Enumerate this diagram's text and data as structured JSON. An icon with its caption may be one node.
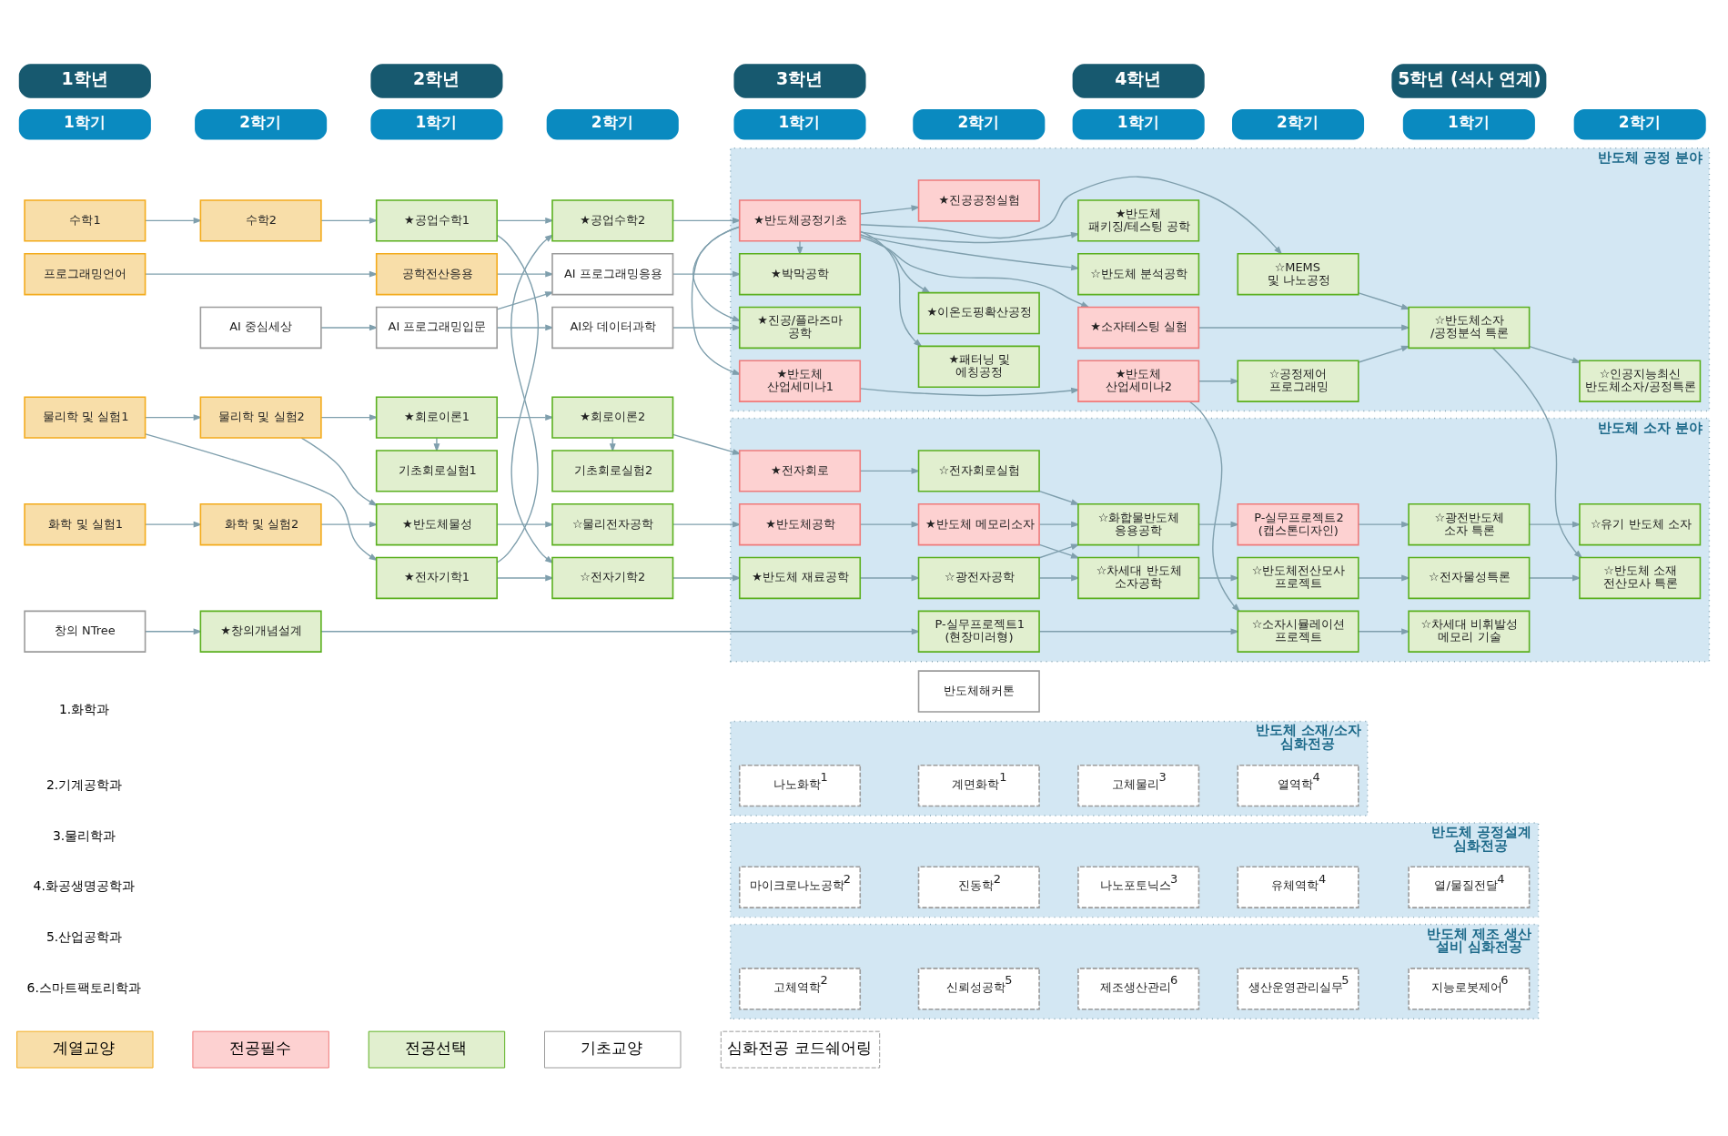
{
  "diagram": {
    "nodes": [
      {
        "text": [
          "1학년"
        ]
      },
      {
        "text": [
          "2학년"
        ]
      },
      {
        "text": [
          "3학년"
        ]
      },
      {
        "text": [
          "4학년"
        ]
      },
      {
        "text": [
          "5학년 (석사 연계)"
        ]
      },
      {
        "text": [
          "1학기"
        ]
      },
      {
        "text": [
          "2학기"
        ]
      },
      {
        "text": [
          "1학기"
        ]
      },
      {
        "text": [
          "2학기"
        ]
      },
      {
        "text": [
          "1학기"
        ]
      },
      {
        "text": [
          "2학기"
        ]
      },
      {
        "text": [
          "1학기"
        ]
      },
      {
        "text": [
          "2학기"
        ]
      },
      {
        "text": [
          "1학기"
        ]
      },
      {
        "text": [
          "2학기"
        ]
      },
      {
        "text": [
          "수학1"
        ]
      },
      {
        "text": [
          "수학2"
        ]
      },
      {
        "text": [
          "★공업수학1"
        ]
      },
      {
        "text": [
          "★공업수학2"
        ]
      },
      {
        "text": [
          "프로그래밍언어"
        ]
      },
      {
        "text": [
          "공학전산응용"
        ]
      },
      {
        "text": [
          "AI 프로그래밍응용"
        ]
      },
      {
        "text": [
          "AI 중심세상"
        ]
      },
      {
        "text": [
          "AI 프로그래밍입문"
        ]
      },
      {
        "text": [
          "AI와 데이터과학"
        ]
      },
      {
        "text": [
          "기초회로실험1"
        ]
      },
      {
        "text": [
          "기초회로실험2"
        ]
      },
      {
        "text": [
          "물리학 및 실험1"
        ]
      },
      {
        "text": [
          "물리학 및 실험2"
        ]
      },
      {
        "text": [
          "★회로이론1"
        ]
      },
      {
        "text": [
          "★회로이론2"
        ]
      },
      {
        "text": [
          "화학 및 실험1"
        ]
      },
      {
        "text": [
          "화학 및 실험2"
        ]
      },
      {
        "text": [
          "★반도체물성"
        ]
      },
      {
        "text": [
          "☆물리전자공학"
        ]
      },
      {
        "text": [
          "★전자기학1"
        ]
      },
      {
        "text": [
          "☆전자기학2"
        ]
      },
      {
        "text": [
          "창의 NTree"
        ]
      },
      {
        "text": [
          "★창의개념설계"
        ]
      },
      {
        "text": [
          "반도체 공정 분야"
        ]
      },
      {
        "text": [
          "★반도체공정기초"
        ],
        "in": 39
      },
      {
        "text": [
          "★반도체 패키징/테스팅 공학"
        ],
        "in": 39
      },
      {
        "text": [
          "★진공공정실험"
        ],
        "in": 39
      },
      {
        "text": [
          "★박막공학"
        ],
        "in": 39
      },
      {
        "text": [
          "★이온도핑확산공정"
        ],
        "in": 39
      },
      {
        "text": [
          "☆반도체 분석공학"
        ],
        "in": 39
      },
      {
        "text": [
          "☆MEMS 및 나노공정"
        ],
        "in": 39
      },
      {
        "text": [
          "★진공/플라즈마 공학"
        ],
        "in": 39
      },
      {
        "text": [
          "★패터닝 및 에칭공정"
        ],
        "in": 39
      },
      {
        "text": [
          "★소자테스팅 실험"
        ],
        "in": 39
      },
      {
        "text": [
          "☆반도체소자 /공정분석 특론"
        ],
        "in": 39
      },
      {
        "text": [
          "★반도체 산업세미나1"
        ],
        "in": 39
      },
      {
        "text": [
          "★반도체 산업세미나2"
        ],
        "in": 39
      },
      {
        "text": [
          "☆공정제어 프로그래밍"
        ],
        "in": 39
      },
      {
        "text": [
          "☆인공지능최신 반도체소자/공정특론"
        ],
        "in": 39
      },
      {
        "text": [
          "반도체 소자 분야"
        ]
      },
      {
        "text": [
          "★전자회로"
        ],
        "in": 55
      },
      {
        "text": [
          "☆전자회로실험"
        ],
        "in": 55
      },
      {
        "text": [
          "★반도체공학"
        ],
        "in": 55
      },
      {
        "text": [
          "★반도체 메모리소자"
        ],
        "in": 55
      },
      {
        "text": [
          "☆화합물반도체 응용공학"
        ],
        "in": 55
      },
      {
        "text": [
          "P-실무프로젝트2 (캡스톤디자인)"
        ],
        "in": 55
      },
      {
        "text": [
          "☆광전반도체 소자 특론"
        ],
        "in": 55
      },
      {
        "text": [
          "☆유기 반도체 소자"
        ],
        "in": 55
      },
      {
        "text": [
          "★반도체 재료공학"
        ],
        "in": 55
      },
      {
        "text": [
          "☆광전자공학"
        ],
        "in": 55
      },
      {
        "text": [
          "☆차세대 반도체 소자공학"
        ],
        "in": 55
      },
      {
        "text": [
          "☆반도체전산모사 프로젝트"
        ],
        "in": 55
      },
      {
        "text": [
          "☆전자물성특론"
        ],
        "in": 55
      },
      {
        "text": [
          "☆반도체 소재 전산모사 특론"
        ],
        "in": 55
      },
      {
        "text": [
          "P-실무프로젝트1 (현장미러형)"
        ],
        "in": 55
      },
      {
        "text": [
          "☆소자시뮬레이션 프로젝트"
        ],
        "in": 55
      },
      {
        "text": [
          "☆차세대 비휘발성 메모리 기술"
        ],
        "in": 55
      },
      {
        "text": [
          "반도체해커톤"
        ]
      },
      {
        "text": [
          "반도체 소재/소자 심화전공"
        ]
      },
      {
        "text": [
          "나노화학$^{1}$"
        ],
        "in": 74
      },
      {
        "text": [
          "계면화학$^{1}$"
        ],
        "in": 74
      },
      {
        "text": [
          "고체물리$^{3}$"
        ],
        "in": 74
      },
      {
        "text": [
          "열역학$^{4}$"
        ],
        "in": 74
      },
      {
        "text": [
          "반도체 공정설계 심화전공"
        ]
      },
      {
        "text": [
          "마이크로나노공학$^{2}$"
        ],
        "in": 79
      },
      {
        "text": [
          "진동학$^{2}$"
        ],
        "in": 79
      },
      {
        "text": [
          "나노포토닉스$^{3}$"
        ],
        "in": 79
      },
      {
        "text": [
          "유체역학$^{4}$"
        ],
        "in": 79
      },
      {
        "text": [
          "열/물질전달$^{4}$"
        ],
        "in": 79
      },
      {
        "text": [
          "반도체 제조 생산 설비 심화전공"
        ]
      },
      {
        "text": [
          "고체역학$^{2}$"
        ],
        "in": 85
      },
      {
        "text": [
          "신뢰성공학$^{5}$"
        ],
        "in": 85
      },
      {
        "text": [
          "제조생산관리$^{6}$"
        ],
        "in": 85
      },
      {
        "text": [
          "생산운영관리실무$^{5}$"
        ],
        "in": 85
      },
      {
        "text": [
          "지능로봇제어$^{6}$"
        ],
        "in": 85
      }
    ],
    "edges": [
      {
        "from": 15,
        "to": 16,
        "arrow": "to"
      },
      {
        "from": 16,
        "to": 17,
        "arrow": "to"
      },
      {
        "from": 17,
        "to": 18,
        "arrow": "to"
      },
      {
        "from": 17,
        "to": 36,
        "arrow": "to"
      },
      {
        "from": 35,
        "to": 18,
        "arrow": "to"
      },
      {
        "from": 19,
        "to": 20,
        "arrow": "to"
      },
      {
        "from": 20,
        "to": 21,
        "arrow": "to"
      },
      {
        "from": 22,
        "to": 23,
        "arrow": "to"
      },
      {
        "from": 23,
        "to": 21,
        "arrow": "to"
      },
      {
        "from": 23,
        "to": 24,
        "arrow": "to"
      },
      {
        "from": 29,
        "to": 25,
        "arrow": "to"
      },
      {
        "from": 30,
        "to": 26,
        "arrow": "to"
      },
      {
        "from": 27,
        "to": 28,
        "arrow": "to"
      },
      {
        "from": 27,
        "to": 35,
        "arrow": "to"
      },
      {
        "from": 31,
        "to": 32,
        "arrow": "to"
      },
      {
        "from": 28,
        "to": 29,
        "arrow": "to"
      },
      {
        "from": 28,
        "to": 33,
        "arrow": "to"
      },
      {
        "from": 32,
        "to": 33,
        "arrow": "to"
      },
      {
        "from": 29,
        "to": 30,
        "arrow": "to"
      },
      {
        "from": 33,
        "to": 34,
        "arrow": "to"
      },
      {
        "from": 35,
        "to": 36,
        "arrow": "to"
      },
      {
        "from": 37,
        "to": 38,
        "arrow": "to"
      },
      {
        "from": 38,
        "to": 70,
        "arrow": "to"
      },
      {
        "from": 18,
        "to": 40,
        "arrow": "to"
      },
      {
        "from": 21,
        "to": 43,
        "arrow": "to"
      },
      {
        "from": 24,
        "to": 47,
        "arrow": "to"
      },
      {
        "from": 34,
        "to": 58,
        "arrow": "to"
      },
      {
        "from": 36,
        "to": 64,
        "arrow": "to"
      },
      {
        "from": 30,
        "to": 56,
        "arrow": "to"
      },
      {
        "from": 40,
        "to": 43,
        "arrow": "to"
      },
      {
        "from": 40,
        "to": 47,
        "arrow": "to"
      },
      {
        "from": 40,
        "to": 51,
        "arrow": "to"
      },
      {
        "from": 40,
        "to": 42,
        "arrow": "to"
      },
      {
        "from": 40,
        "to": 44,
        "arrow": "to"
      },
      {
        "from": 40,
        "to": 48,
        "arrow": "to"
      },
      {
        "from": 40,
        "to": 41,
        "arrow": "to"
      },
      {
        "from": 40,
        "to": 45,
        "arrow": "to"
      },
      {
        "from": 40,
        "to": 49,
        "arrow": "to"
      },
      {
        "from": 40,
        "to": 46,
        "arrow": "to"
      },
      {
        "from": 51,
        "to": 52,
        "arrow": "to"
      },
      {
        "from": 52,
        "to": 53,
        "arrow": "to"
      },
      {
        "from": 52,
        "to": 71,
        "arrow": "to"
      },
      {
        "from": 70,
        "to": 71,
        "arrow": "to"
      },
      {
        "from": 49,
        "to": 50,
        "arrow": "to"
      },
      {
        "from": 46,
        "to": 50,
        "arrow": "to"
      },
      {
        "from": 53,
        "to": 50,
        "arrow": "to"
      },
      {
        "from": 50,
        "to": 54,
        "arrow": "to"
      },
      {
        "from": 50,
        "to": 69,
        "arrow": "to"
      },
      {
        "from": 56,
        "to": 57,
        "arrow": "to"
      },
      {
        "from": 57,
        "to": 60,
        "arrow": "to"
      },
      {
        "from": 58,
        "to": 59,
        "arrow": "to"
      },
      {
        "from": 59,
        "to": 60,
        "arrow": "to"
      },
      {
        "from": 59,
        "to": 66,
        "arrow": "to"
      },
      {
        "from": 65,
        "to": 66,
        "arrow": "to"
      },
      {
        "from": 65,
        "to": 60,
        "arrow": "to"
      },
      {
        "from": 64,
        "to": 65,
        "arrow": "to"
      },
      {
        "from": 60,
        "to": 66,
        "arrow": "none"
      },
      {
        "from": 60,
        "to": 61,
        "arrow": "to"
      },
      {
        "from": 66,
        "to": 67,
        "arrow": "to"
      },
      {
        "from": 61,
        "to": 62,
        "arrow": "to"
      },
      {
        "from": 62,
        "to": 63,
        "arrow": "to"
      },
      {
        "from": 67,
        "to": 68,
        "arrow": "to"
      },
      {
        "from": 68,
        "to": 69,
        "arrow": "to"
      },
      {
        "from": 71,
        "to": 72,
        "arrow": "to"
      }
    ],
    "labels": [
      "1.화학과",
      "2.기계공학과",
      "3.물리학과",
      "4.화공생명공학과",
      "5.산업공학과",
      "6.스마트팩토리학과"
    ],
    "legend": [
      {
        "text": "계열교양",
        "color": "#f8dea9"
      },
      {
        "text": "전공필수",
        "color": "#fdd1d1"
      },
      {
        "text": "전공선택",
        "color": "#e1efcf"
      },
      {
        "text": "기초교양",
        "color": "#ffffff"
      },
      {
        "text": "심화전공 코드쉐어링"
      }
    ]
  }
}
